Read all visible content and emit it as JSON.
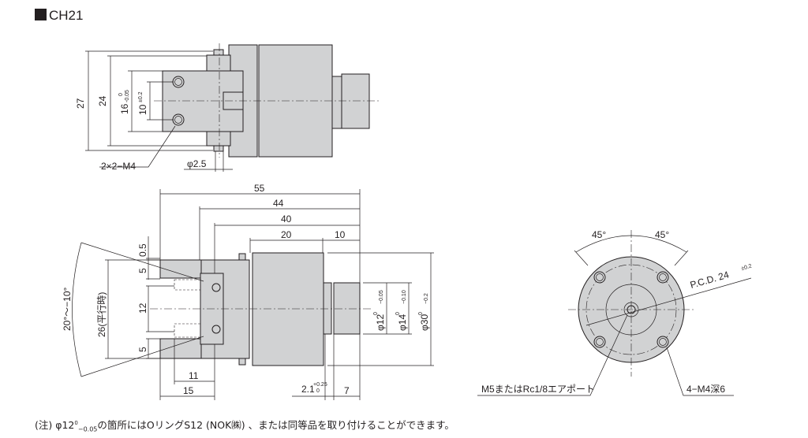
{
  "title": "CH21",
  "top_view": {
    "dims": {
      "d27": "27",
      "d24": "24",
      "d16": "16",
      "d16_tol_up": "0",
      "d16_tol_low": "-0.05",
      "d10": "10",
      "d10_tol": "±0.2",
      "phi25": "φ2.5"
    },
    "callout": "2×2−M4"
  },
  "front_view": {
    "dims": {
      "d55": "55",
      "d44": "44",
      "d40": "40",
      "d20": "20",
      "d10": "10",
      "d05": "0.5",
      "d5a": "5",
      "d12": "12",
      "d5b": "5",
      "d26": "26(平行時)",
      "angle": "20°〜−10°",
      "d11": "11",
      "d15": "15",
      "d21": "2.1",
      "d21_up": "+0.25",
      "d21_low": "0",
      "d7": "7"
    },
    "diams": {
      "phi12": "φ12",
      "phi12_up": "0",
      "phi12_low": "−0.05",
      "phi14": "φ14",
      "phi14_up": "0",
      "phi14_low": "−0.10",
      "phi30": "φ30",
      "phi30_up": "0",
      "phi30_low": "−0.2"
    }
  },
  "end_view": {
    "angle_left": "45°",
    "angle_right": "45°",
    "pcd": "P.C.D. 24",
    "pcd_tol": "±0.2",
    "port_callout": "M5またはRc1/8エアポート",
    "holes_callout": "4−M4深6"
  },
  "note": {
    "prefix": "(注) φ12",
    "tol_up": "0",
    "tol_low": "−0.05",
    "text": "の箇所にはOリングS12 (NOK㈱) 、または同等品を取り付けることができます。"
  }
}
